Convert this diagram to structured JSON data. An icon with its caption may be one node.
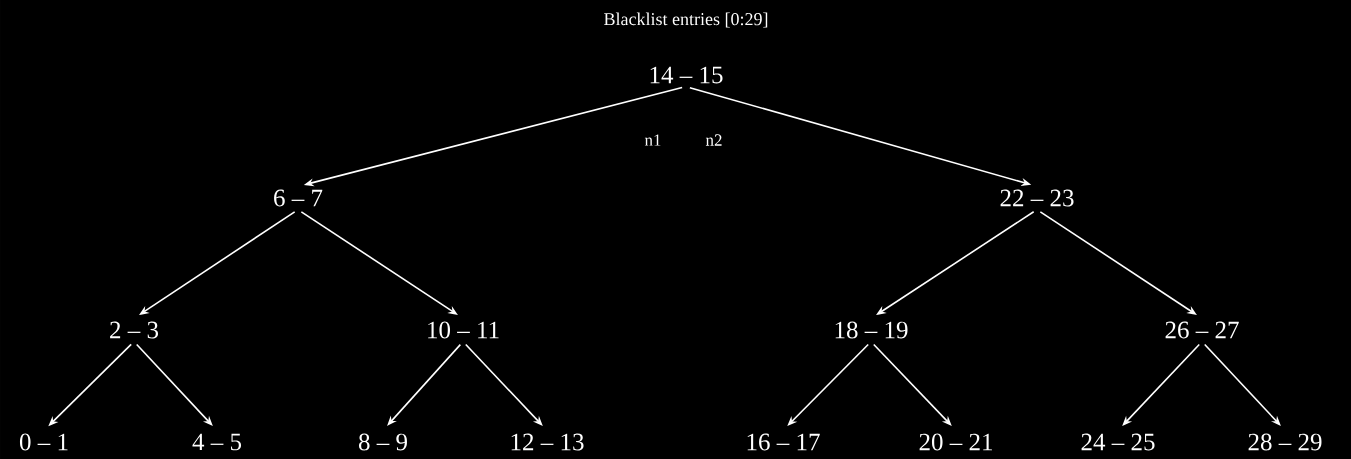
{
  "diagram": {
    "title": "Blacklist entries [0:29]",
    "nodes": [
      {
        "text": [
          "14 – 15"
        ]
      },
      {
        "text": [
          "6 – 7"
        ]
      },
      {
        "text": [
          "22 – 23"
        ]
      },
      {
        "text": [
          "2 – 3"
        ]
      },
      {
        "text": [
          "10 – 11"
        ]
      },
      {
        "text": [
          "18 – 19"
        ]
      },
      {
        "text": [
          "26 – 27"
        ]
      },
      {
        "text": [
          "0 – 1"
        ]
      },
      {
        "text": [
          "4 – 5"
        ]
      },
      {
        "text": [
          "8 – 9"
        ]
      },
      {
        "text": [
          "12 – 13"
        ]
      },
      {
        "text": [
          "16 – 17"
        ]
      },
      {
        "text": [
          "20 – 21"
        ]
      },
      {
        "text": [
          "24 – 25"
        ]
      },
      {
        "text": [
          "28 – 29"
        ]
      }
    ],
    "edges": [
      {
        "from": 0,
        "to": 1,
        "arrow": "to",
        "label": "n1"
      },
      {
        "from": 0,
        "to": 2,
        "arrow": "to",
        "label": "n2"
      },
      {
        "from": 1,
        "to": 3,
        "arrow": "to"
      },
      {
        "from": 1,
        "to": 4,
        "arrow": "to"
      },
      {
        "from": 2,
        "to": 5,
        "arrow": "to"
      },
      {
        "from": 2,
        "to": 6,
        "arrow": "to"
      },
      {
        "from": 3,
        "to": 7,
        "arrow": "to"
      },
      {
        "from": 3,
        "to": 8,
        "arrow": "to"
      },
      {
        "from": 4,
        "to": 9,
        "arrow": "to"
      },
      {
        "from": 4,
        "to": 10,
        "arrow": "to"
      },
      {
        "from": 5,
        "to": 11,
        "arrow": "to"
      },
      {
        "from": 5,
        "to": 12,
        "arrow": "to"
      },
      {
        "from": 6,
        "to": 13,
        "arrow": "to"
      },
      {
        "from": 6,
        "to": 14,
        "arrow": "to"
      }
    ]
  }
}
